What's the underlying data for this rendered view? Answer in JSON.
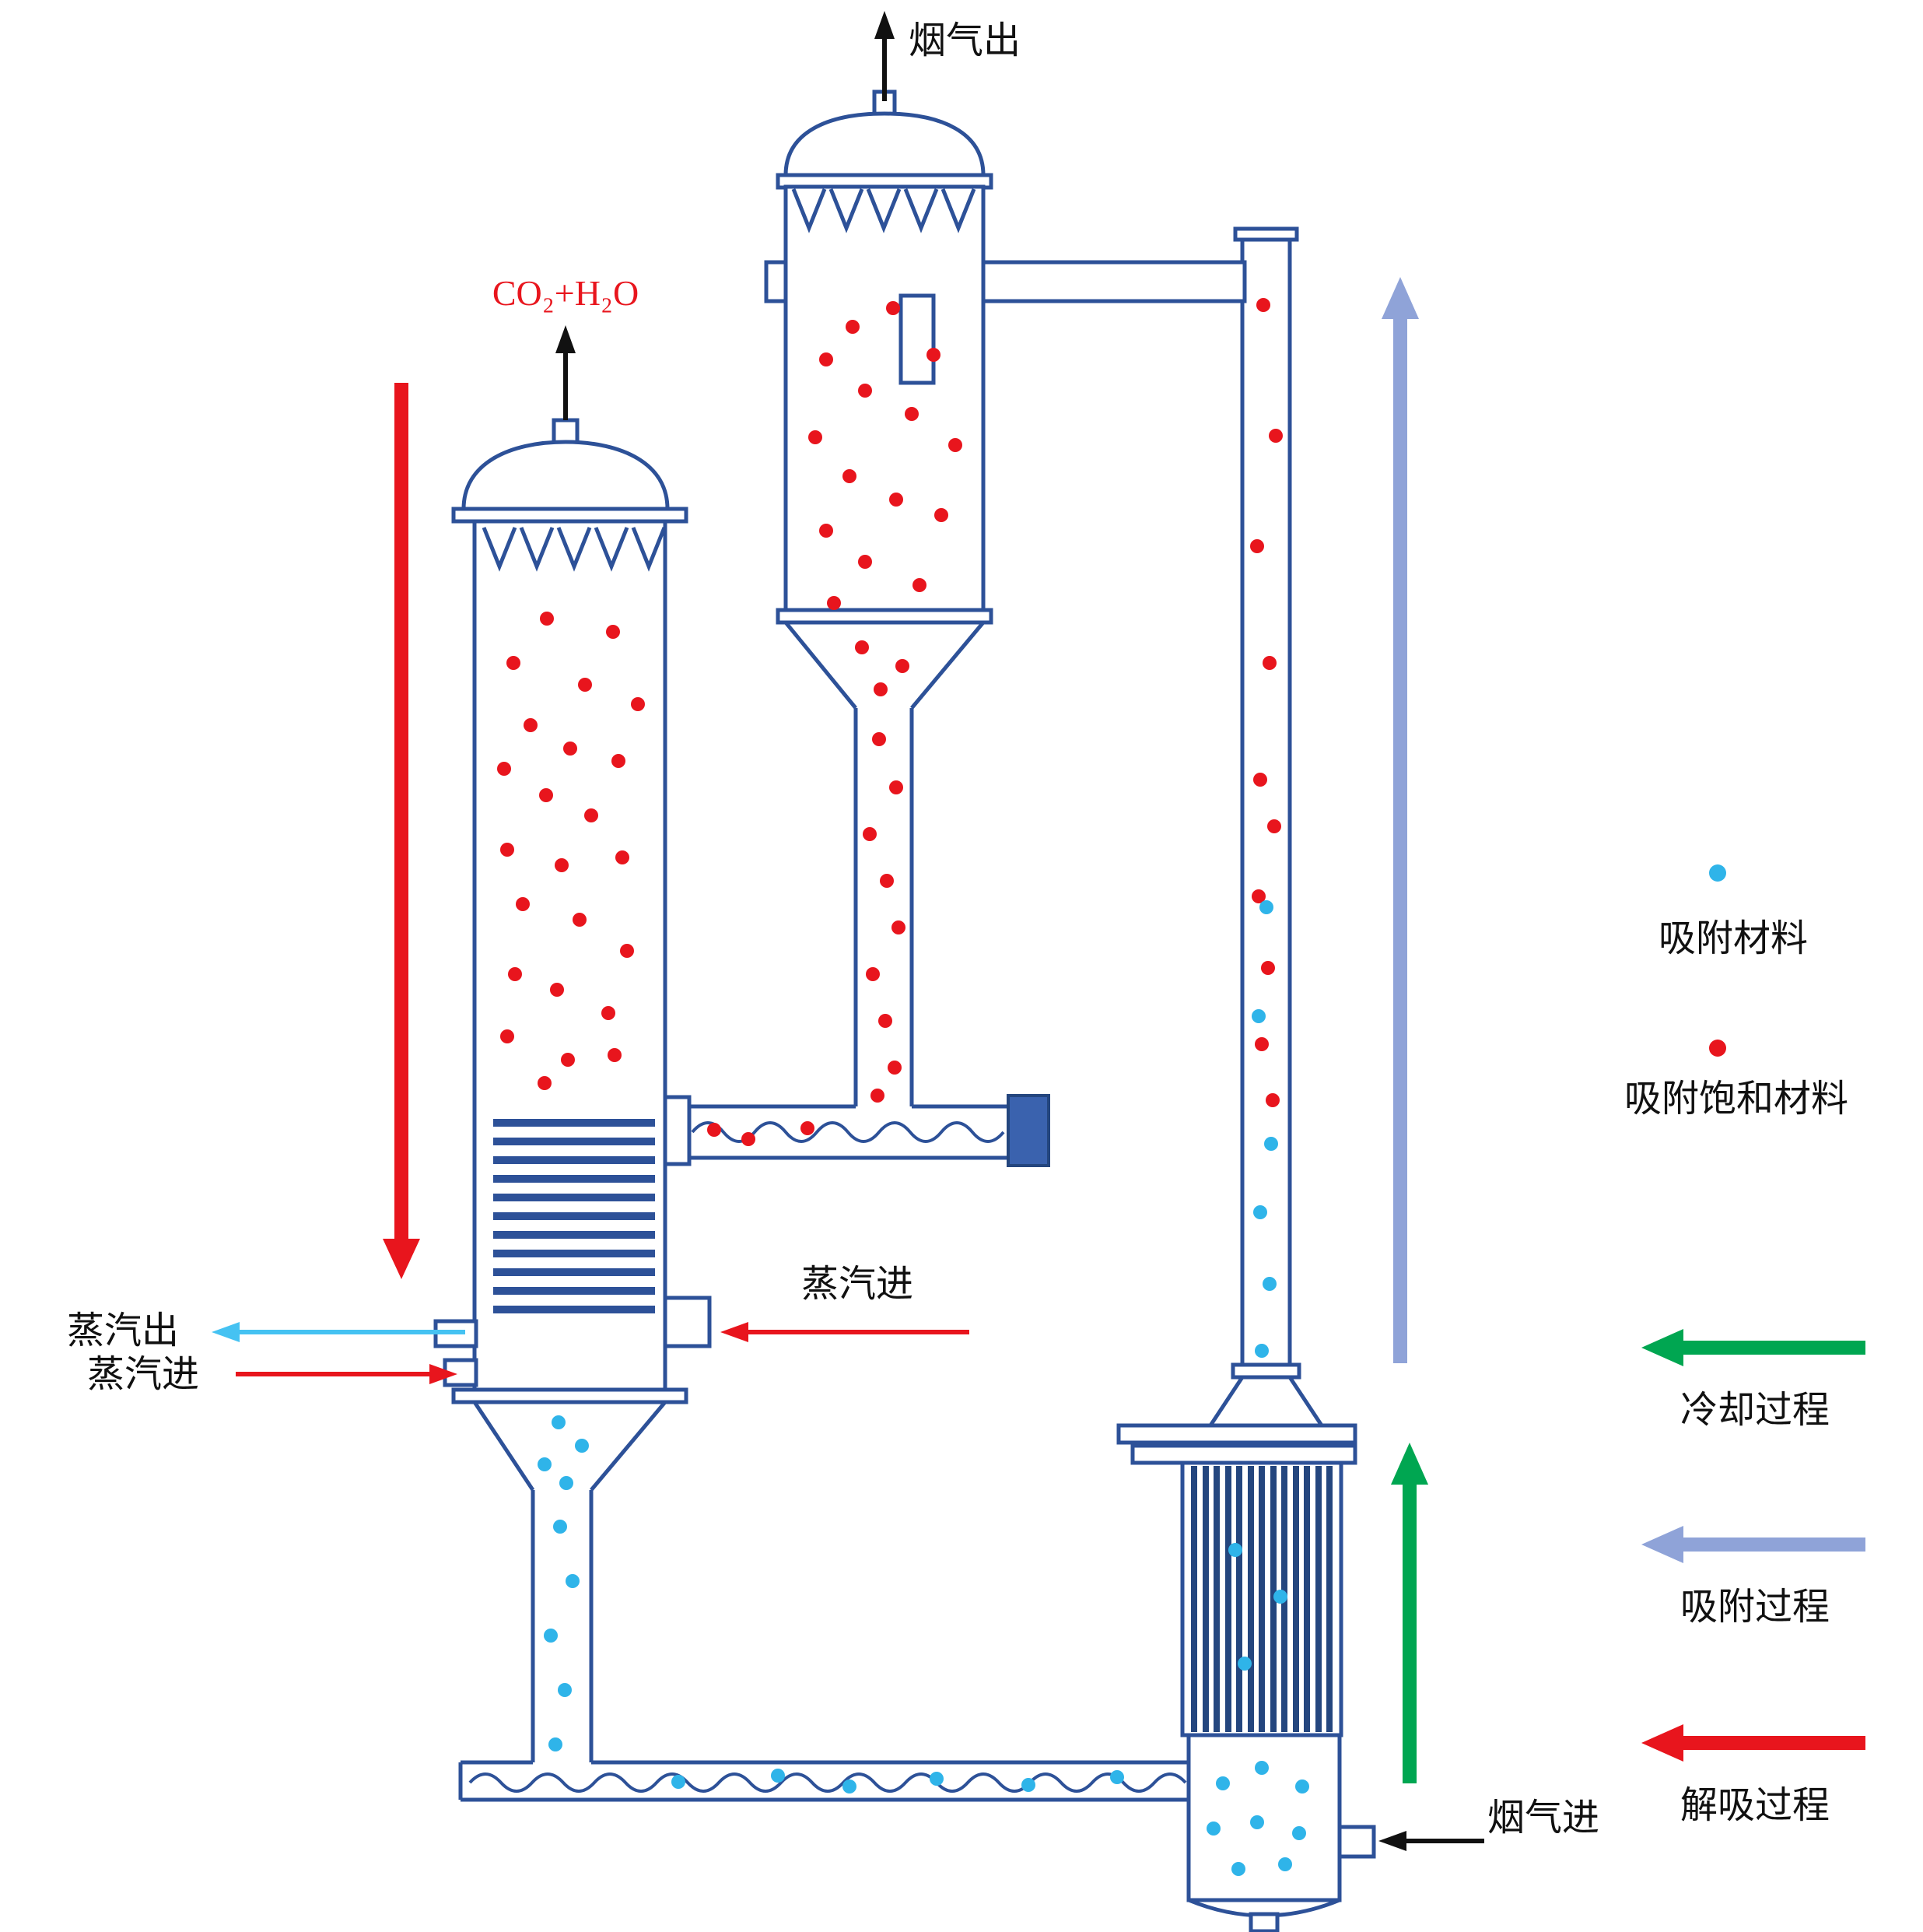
{
  "colors": {
    "outline_blue": "#2d5198",
    "saturated_dot_red": "#e8151d",
    "adsorbent_dot_blue": "#2fb4e9",
    "steam_out_cyan": "#45c2f2",
    "cooling_green": "#00a651",
    "adsorption_periwinkle": "#8fa3d8",
    "desorption_red": "#e8151d",
    "motor_blue": "#3a62ae",
    "tube_dark_blue": "#24467e",
    "black": "#111111"
  },
  "labels": {
    "flue_gas_out": "烟气出",
    "co2_h2o_out": "CO₂+H₂O",
    "steam_out": "蒸汽出",
    "steam_in_left": "蒸汽进",
    "steam_in_middle": "蒸汽进",
    "flue_gas_in": "烟气进"
  },
  "legend": {
    "items": [
      {
        "symbol": "dot",
        "label": "吸附材料",
        "color": "#2fb4e9"
      },
      {
        "symbol": "dot",
        "label": "吸附饱和材料",
        "color": "#e8151d"
      },
      {
        "symbol": "arrow-left",
        "label": "冷却过程",
        "color": "#00a651"
      },
      {
        "symbol": "arrow-left",
        "label": "吸附过程",
        "color": "#8fa3d8"
      },
      {
        "symbol": "arrow-left",
        "label": "解吸过程",
        "color": "#e8151d"
      }
    ]
  }
}
